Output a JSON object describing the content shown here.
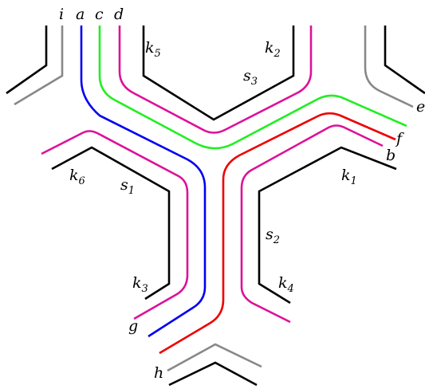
{
  "colors": {
    "black": "#000000",
    "gray": "#888888",
    "blue": "#0000ee",
    "green": "#22ee22",
    "magenta": "#dd1199",
    "red": "#ee0000"
  },
  "labels": {
    "i": "i",
    "a": "a",
    "c": "c",
    "d": "d",
    "e": "e",
    "f": "f",
    "b": "b",
    "g": "g",
    "h": "h",
    "k": "k",
    "s": "s",
    "k5": "5",
    "k2": "2",
    "k6": "6",
    "k1": "1",
    "k3": "3",
    "k4": "4",
    "s3": "3",
    "s1": "1",
    "s2": "2"
  }
}
